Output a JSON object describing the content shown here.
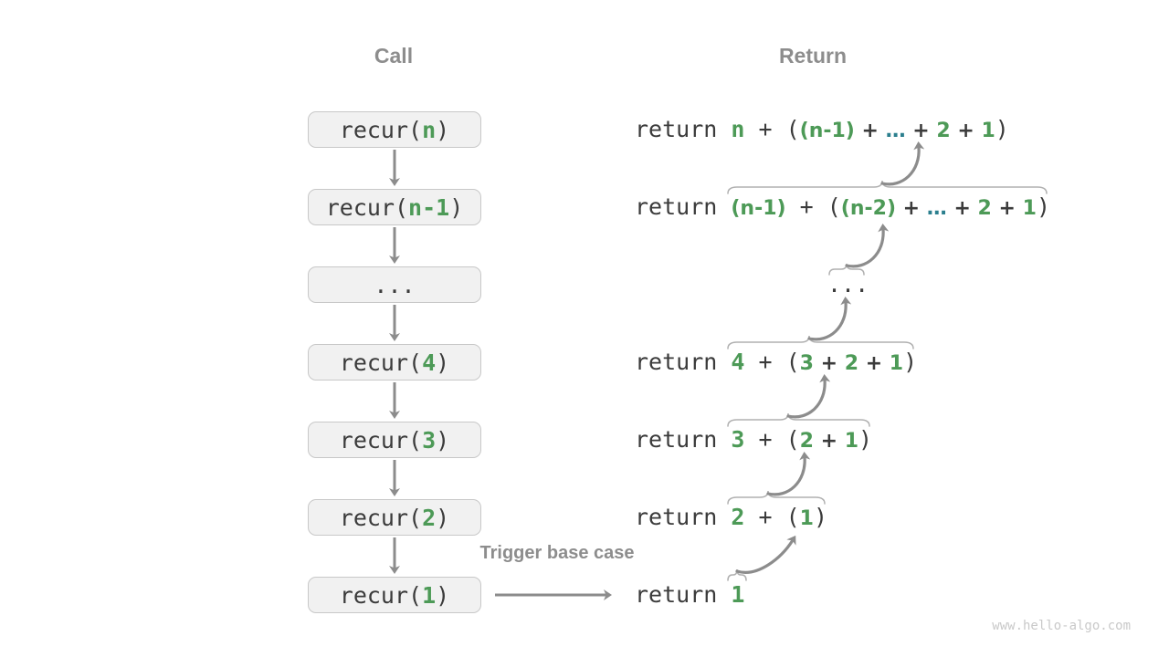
{
  "colors": {
    "dark": "#3b3b3b",
    "green": "#4d9a57",
    "teal": "#2b7f8e",
    "label": "#8d8d8d",
    "boxFill": "#f1f1f1",
    "boxBorder": "#c8c8c8",
    "arrow": "#8c8c8c",
    "brace": "#b0b0b0",
    "watermark": "#c9c9c9",
    "bg": "#ffffff"
  },
  "headers": {
    "call": "Call",
    "return": "Return"
  },
  "trigger_label": "Trigger base case",
  "watermark": "www.hello-algo.com",
  "calls": [
    {
      "pre": "recur(",
      "arg": "n",
      "post": ")"
    },
    {
      "pre": "recur(",
      "arg": "n-1",
      "post": ")"
    },
    {
      "pre": "...",
      "arg": "",
      "post": ""
    },
    {
      "pre": "recur(",
      "arg": "4",
      "post": ")"
    },
    {
      "pre": "recur(",
      "arg": "3",
      "post": ")"
    },
    {
      "pre": "recur(",
      "arg": "2",
      "post": ")"
    },
    {
      "pre": "recur(",
      "arg": "1",
      "post": ")"
    }
  ],
  "returns": [
    {
      "parts": [
        {
          "t": "return "
        },
        {
          "t": "n"
        },
        {
          "t": " + ("
        },
        {
          "t": "(n-1)"
        },
        {
          "t": " + "
        },
        {
          "t": "…"
        },
        {
          "t": " + "
        },
        {
          "t": "2"
        },
        {
          "t": " + "
        },
        {
          "t": "1"
        },
        {
          "t": ")"
        }
      ]
    },
    {
      "parts": [
        {
          "t": "return "
        },
        {
          "t": "(n-1)"
        },
        {
          "t": " + ("
        },
        {
          "t": "(n-2)"
        },
        {
          "t": " + "
        },
        {
          "t": "…"
        },
        {
          "t": " + "
        },
        {
          "t": "2"
        },
        {
          "t": " + "
        },
        {
          "t": "1"
        },
        {
          "t": ")"
        }
      ]
    },
    {
      "parts": [
        {
          "t": "..."
        }
      ]
    },
    {
      "parts": [
        {
          "t": "return "
        },
        {
          "t": "4"
        },
        {
          "t": " + ("
        },
        {
          "t": "3"
        },
        {
          "t": " + "
        },
        {
          "t": "2"
        },
        {
          "t": " + "
        },
        {
          "t": "1"
        },
        {
          "t": ")"
        }
      ]
    },
    {
      "parts": [
        {
          "t": "return "
        },
        {
          "t": "3"
        },
        {
          "t": " + ("
        },
        {
          "t": "2"
        },
        {
          "t": " + "
        },
        {
          "t": "1"
        },
        {
          "t": ")"
        }
      ]
    },
    {
      "parts": [
        {
          "t": "return "
        },
        {
          "t": "2"
        },
        {
          "t": " + ("
        },
        {
          "t": "1"
        },
        {
          "t": ")"
        }
      ]
    },
    {
      "parts": [
        {
          "t": "return "
        },
        {
          "t": "1"
        }
      ]
    }
  ]
}
